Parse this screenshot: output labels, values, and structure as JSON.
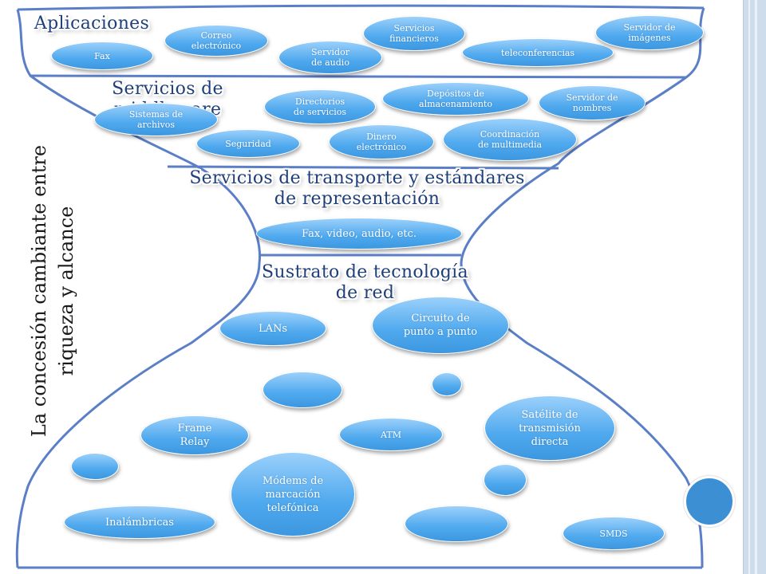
{
  "side_label": {
    "line1": "La concesión cambiante entre",
    "line2": "riqueza y alcance"
  },
  "headings": {
    "apps": "Aplicaciones",
    "middleware": "Servicios de middleware",
    "transport_1": "Servicios de transporte y estándares",
    "transport_2": "de representación",
    "network_1": "Sustrato de tecnología",
    "network_2": "de red"
  },
  "apps": {
    "fax": "Fax",
    "correo_1": "Correo",
    "correo_2": "electrónico",
    "audio_1": "Servidor",
    "audio_2": "de audio",
    "financieros_1": "Servicios",
    "financieros_2": "financieros",
    "teleconf": "teleconferencias",
    "imagenes_1": "Servidor de",
    "imagenes_2": "imágenes"
  },
  "middleware": {
    "archivos_1": "Sistemas de",
    "archivos_2": "archivos",
    "directorios_1": "Directorios",
    "directorios_2": "de servicios",
    "depositos_1": "Depósitos de",
    "depositos_2": "almacenamiento",
    "nombres_1": "Servidor de",
    "nombres_2": "nombres",
    "seguridad": "Seguridad",
    "dinero_1": "Dinero",
    "dinero_2": "electrónico",
    "coordinacion_1": "Coordinación",
    "coordinacion_2": "de multimedia"
  },
  "transport": {
    "media": "Fax, video, audio, etc."
  },
  "network": {
    "lans": "LANs",
    "circuito_1": "Circuito de",
    "circuito_2": "punto a punto",
    "frame_1": "Frame",
    "frame_2": "Relay",
    "atm": "ATM",
    "satelite_1": "Satélite de",
    "satelite_2": "transmisión",
    "satelite_3": "directa",
    "modems_1": "Módems de",
    "modems_2": "marcación",
    "modems_3": "telefónica",
    "inalambricas": "Inalámbricas",
    "smds": "SMDS"
  },
  "colors": {
    "bubble": "#4fa9ee",
    "frame": "#5b7fc7",
    "heading": "#1f3f7a",
    "accent_dot": "#3d8fd4",
    "rail": "#cfdcec"
  }
}
